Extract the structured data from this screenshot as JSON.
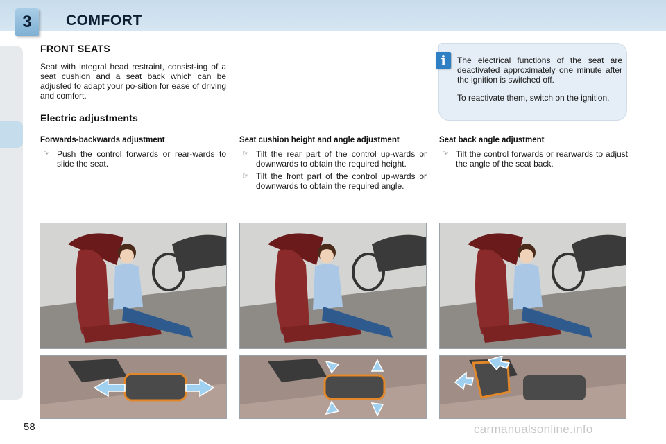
{
  "chapter": {
    "number": "3",
    "title": "COMFORT"
  },
  "front_seats": {
    "heading": "FRONT SEATS",
    "intro": "Seat with integral head restraint, consist-ing of a seat cushion and a seat back which can be adjusted to adapt your po-sition for ease of driving and comfort."
  },
  "electric": {
    "heading": "Electric adjustments"
  },
  "info": {
    "p1": "The electrical functions of the seat are deactivated approximately one minute after the ignition is switched off.",
    "p2": "To reactivate them, switch on the ignition."
  },
  "columns": [
    {
      "title": "Forwards-backwards adjustment",
      "bullets": [
        "Push the control forwards or rear-wards to slide the seat."
      ]
    },
    {
      "title": "Seat cushion height and angle adjustment",
      "bullets": [
        "Tilt the rear part of the control up-wards or downwards to obtain the required height.",
        "Tilt the front part of the control up-wards or downwards to obtain the required angle."
      ]
    },
    {
      "title": "Seat back angle adjustment",
      "bullets": [
        "Tilt the control forwards or rearwards to adjust the angle of the seat back."
      ]
    }
  ],
  "bullet_glyph": "☞",
  "page_number": "58",
  "watermark": "carmanualsonline.info",
  "colors": {
    "header": "#c7dcec",
    "accent": "#2f7fc5",
    "highlight": "#e2882a",
    "arrow": "#9fd0f0"
  }
}
